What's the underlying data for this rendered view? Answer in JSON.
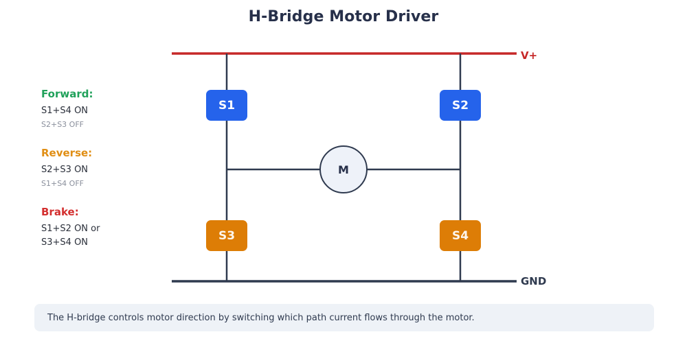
{
  "page": {
    "title": "H-Bridge Motor Driver"
  },
  "schematic": {
    "rails": {
      "positive_label": "V+",
      "positive_color": "#c62828",
      "ground_label": "GND",
      "ground_color": "#2f3a4f"
    },
    "motor": {
      "label": "M"
    },
    "switches": [
      {
        "id": "s1",
        "label": "S1",
        "color": "#2563eb",
        "state": "high-side-left"
      },
      {
        "id": "s2",
        "label": "S2",
        "color": "#2563eb",
        "state": "high-side-right"
      },
      {
        "id": "s3",
        "label": "S3",
        "color": "#dd7d06",
        "state": "low-side-left"
      },
      {
        "id": "s4",
        "label": "S4",
        "color": "#dd7d06",
        "state": "low-side-right"
      }
    ],
    "wire_color": "#2f3a4f"
  },
  "legend": {
    "groups": [
      {
        "heading": "Forward:",
        "heading_color": "#20a15a",
        "primary": "S1+S4 ON",
        "secondary": "S2+S3 OFF"
      },
      {
        "heading": "Reverse:",
        "heading_color": "#e08e14",
        "primary": "S2+S3 ON",
        "secondary": "S1+S4 OFF"
      },
      {
        "heading": "Brake:",
        "heading_color": "#d32f2f",
        "primary": "S1+S2 ON or",
        "secondary": "S3+S4 ON"
      }
    ]
  },
  "caption": {
    "text": "The H-bridge controls motor direction by switching which path current flows through the motor."
  }
}
